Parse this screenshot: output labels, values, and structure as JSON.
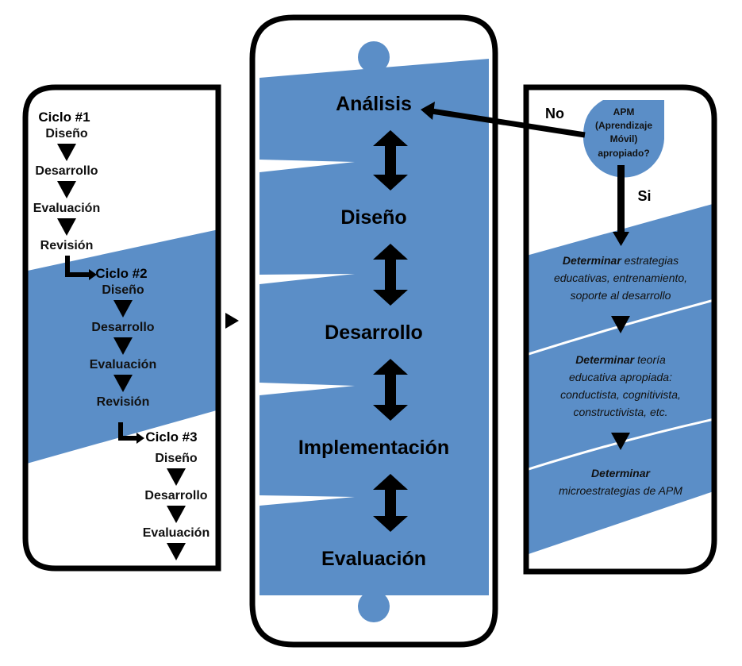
{
  "colors": {
    "blue": "#5b8ec7",
    "outline": "#000000",
    "background": "#ffffff"
  },
  "left_panel": {
    "cycles": [
      {
        "title": "Ciclo #1",
        "steps": [
          "Diseño",
          "Desarrollo",
          "Evaluación",
          "Revisión"
        ]
      },
      {
        "title": "Ciclo #2",
        "steps": [
          "Diseño",
          "Desarrollo",
          "Evaluación",
          "Revisión"
        ]
      },
      {
        "title": "Ciclo #3",
        "steps": [
          "Diseño",
          "Desarrollo",
          "Evaluación"
        ]
      }
    ]
  },
  "center_panel": {
    "phases": [
      "Análisis",
      "Diseño",
      "Desarrollo",
      "Implementación",
      "Evaluación"
    ]
  },
  "right_panel": {
    "question": [
      "APM",
      "(Aprendizaje",
      "Móvil)",
      "apropiado?"
    ],
    "no_label": "No",
    "yes_label": "Si",
    "steps": [
      {
        "bold": "Determinar",
        "lines": [
          "estrategias",
          "educativas, entrenamiento,",
          "soporte al desarrollo"
        ]
      },
      {
        "bold": "Determinar",
        "lines": [
          "teoría",
          "educativa apropiada:",
          "conductista, cognitivista,",
          "constructivista, etc."
        ]
      },
      {
        "bold": "Determinar",
        "lines": [
          "",
          "microestrategias de APM"
        ]
      }
    ]
  }
}
